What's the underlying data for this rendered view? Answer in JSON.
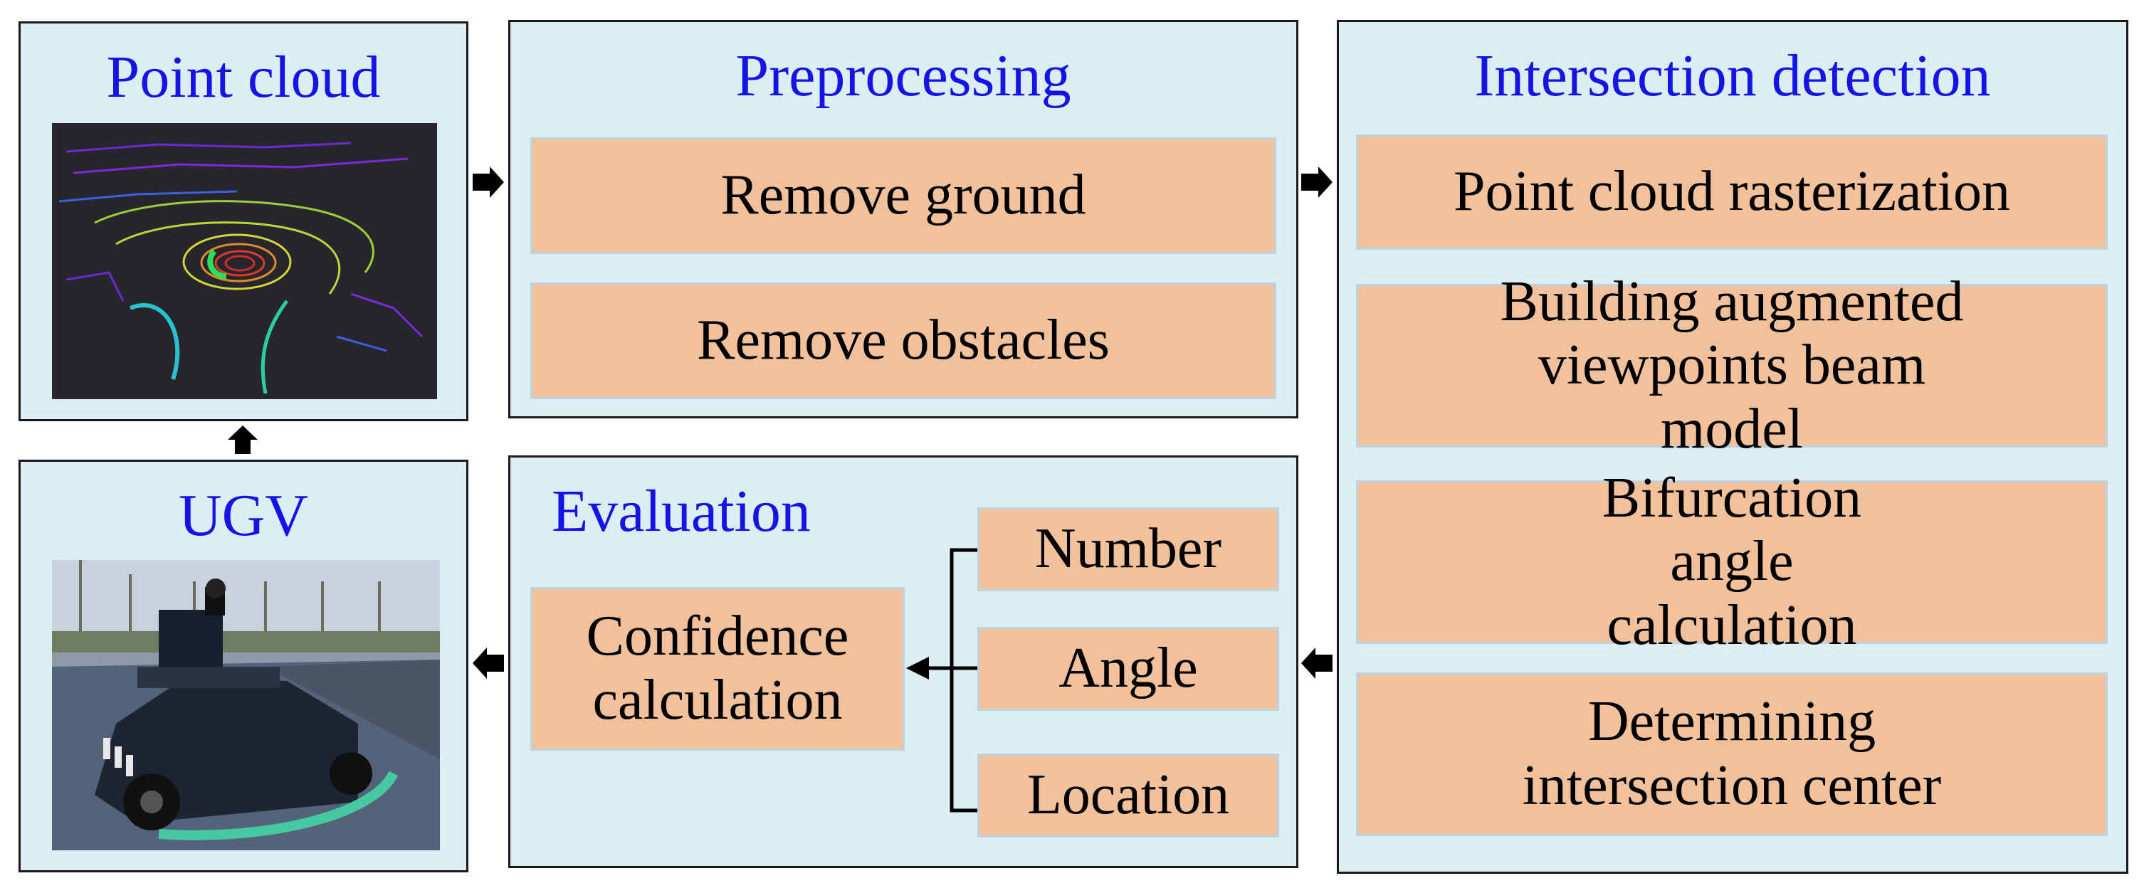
{
  "colors": {
    "panel_bg": "#dcedf3",
    "box_bg": "#f0c19b",
    "title_color": "#1414e6",
    "border": "#1a1a1a"
  },
  "point_cloud": {
    "title": "Point cloud"
  },
  "preprocessing": {
    "title": "Preprocessing",
    "steps": [
      "Remove ground",
      "Remove obstacles"
    ]
  },
  "intersection": {
    "title": "Intersection detection",
    "steps": [
      "Point cloud rasterization",
      "Building augmented viewpoints beam model",
      "Bifurcation angle calculation",
      "Determining intersection center"
    ]
  },
  "ugv": {
    "title": "UGV"
  },
  "evaluation": {
    "title": "Evaluation",
    "confidence": "Confidence calculation",
    "metrics": [
      "Number",
      "Angle",
      "Location"
    ]
  }
}
